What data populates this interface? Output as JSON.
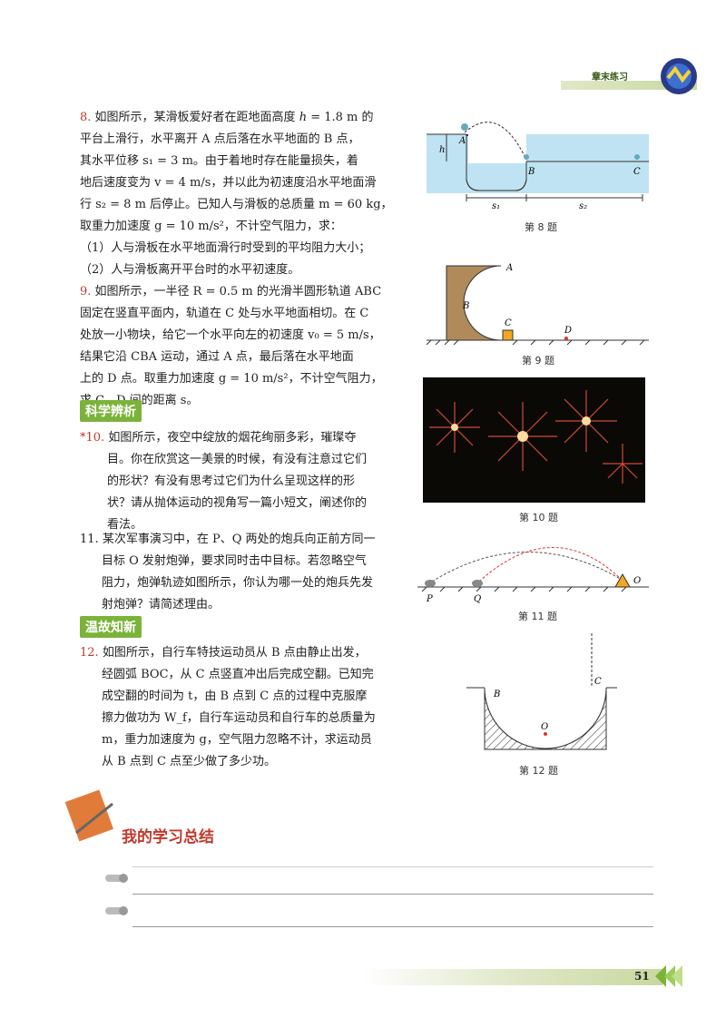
{
  "header": {
    "label": "章末练习"
  },
  "p8": {
    "num": "8.",
    "l1a": "如图所示，某滑板爱好者在距地面高度 ",
    "l1b": "h",
    "l1c": " = 1.8 m 的",
    "l2": "平台上滑行，水平离开 A 点后落在水平地面的 B 点，",
    "l3": "其水平位移 s₁ = 3 m。由于着地时存在能量损失，着",
    "l4": "地后速度变为 v = 4 m/s，并以此为初速度沿水平地面滑",
    "l5": "行 s₂ = 8 m 后停止。已知人与滑板的总质量 m = 60 kg，",
    "l6": "取重力加速度 g = 10 m/s²，不计空气阻力，求：",
    "l7": "（1）人与滑板在水平地面滑行时受到的平均阻力大小；",
    "l8": "（2）人与滑板离开平台时的水平初速度。"
  },
  "p9": {
    "num": "9.",
    "l1": "如图所示，一半径 R = 0.5 m 的光滑半圆形轨道 ABC",
    "l2": "固定在竖直平面内，轨道在 C 处与水平地面相切。在 C",
    "l3": "处放一小物块，给它一个水平向左的初速度 v₀ = 5 m/s，",
    "l4": "结果它沿 CBA 运动，通过 A 点，最后落在水平地面",
    "l5": "上的 D 点。取重力加速度 g = 10 m/s²，不计空气阻力，",
    "l6": "求 C、D 间的距离 s。"
  },
  "sec1": "科学辨析",
  "p10": {
    "num": "*10.",
    "l1": "如图所示，夜空中绽放的烟花绚丽多彩，璀璨夺",
    "l2": "目。你在欣赏这一美景的时候，有没有注意过它们",
    "l3": "的形状？有没有思考过它们为什么呈现这样的形",
    "l4": "状？请从抛体运动的视角写一篇小短文，阐述你的",
    "l5": "看法。"
  },
  "p11": {
    "num": "11.",
    "l1": "某次军事演习中，在 P、Q 两处的炮兵向正前方同一",
    "l2": "目标 O 发射炮弹，要求同时击中目标。若忽略空气",
    "l3": "阻力，炮弹轨迹如图所示，你认为哪一处的炮兵先发",
    "l4": "射炮弹？请简述理由。"
  },
  "sec2": "温故知新",
  "p12": {
    "num": "12.",
    "l1": "如图所示，自行车特技运动员从 B 点由静止出发，",
    "l2": "经圆弧 BOC，从 C 点竖直冲出后完成空翻。已知完",
    "l3": "成空翻的时间为 t，由 B 点到 C 点的过程中克服摩",
    "l4": "擦力做功为 W_f，自行车运动员和自行车的总质量为",
    "l5": "m，重力加速度为 g，空气阻力忽略不计，求运动员",
    "l6": "从 B 点到 C 点至少做了多少功。"
  },
  "fig8": {
    "caption": "第 8 题",
    "A": "A",
    "B": "B",
    "C": "C",
    "h": "h",
    "s1": "s₁",
    "s2": "s₂"
  },
  "fig9": {
    "caption": "第 9 题",
    "A": "A",
    "B": "B",
    "C": "C",
    "D": "D"
  },
  "fig10": {
    "caption": "第 10 题"
  },
  "fig11": {
    "caption": "第 11 题",
    "P": "P",
    "Q": "Q",
    "O": "O"
  },
  "fig12": {
    "caption": "第 12 题",
    "B": "B",
    "C": "C",
    "O": "O"
  },
  "summary": {
    "title": "我的学习总结"
  },
  "page_number": "51",
  "colors": {
    "accent_green": "#7bb33a",
    "accent_red": "#c0392b",
    "water": "#bfe3f2"
  }
}
